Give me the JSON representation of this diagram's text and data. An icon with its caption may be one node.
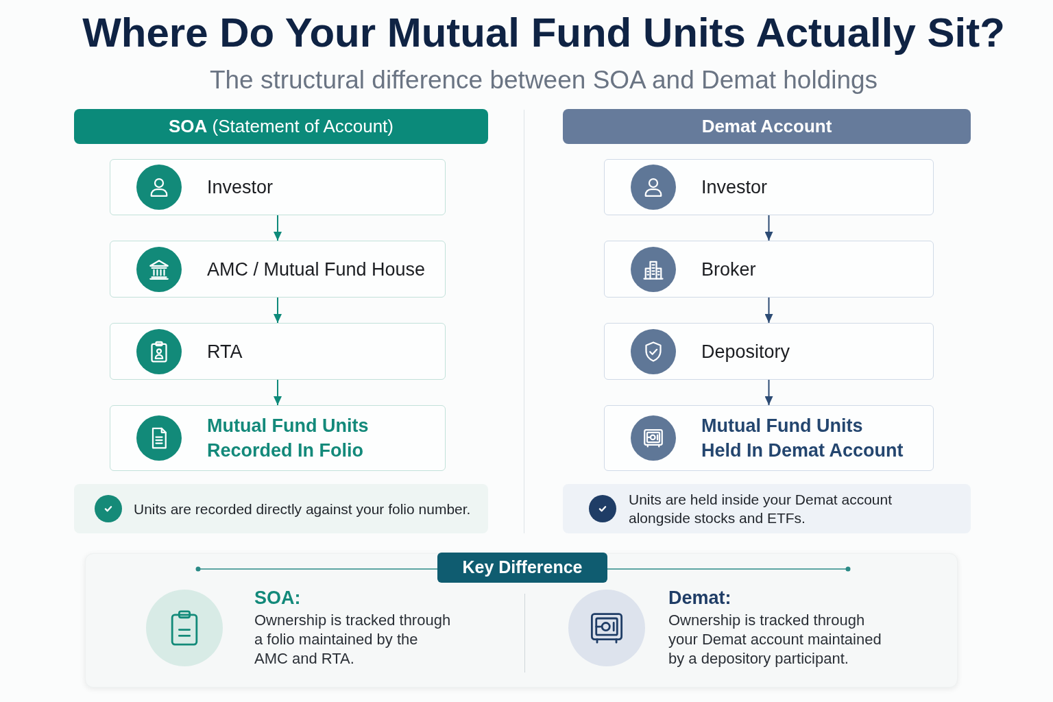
{
  "diagram": {
    "title": "Where Do Your Mutual Fund Units Actually Sit?",
    "nodes": [
      {
        "text": [
          "**SOA** (Statement of Account)"
        ]
      },
      {
        "text": [
          "Investor"
        ]
      },
      {
        "text": [
          "AMC / Mutual Fund House"
        ]
      },
      {
        "text": [
          "RTA"
        ]
      },
      {
        "text": [
          "Mutual Fund Units Recorded In Folio"
        ]
      },
      {
        "text": [
          "Units are recorded directly against your folio number."
        ]
      },
      {
        "text": [
          "Demat Account"
        ]
      },
      {
        "text": [
          "Investor"
        ]
      },
      {
        "text": [
          "Broker"
        ]
      },
      {
        "text": [
          "Depository"
        ]
      },
      {
        "text": [
          "Mutual Fund Units Held In Demat Account"
        ]
      },
      {
        "text": [
          "Units are held inside your Demat account alongside stocks and ETFs."
        ]
      },
      {
        "text": [
          "Key Difference",
          "SOA:",
          "Ownership is tracked through a folio maintained by the AMC and RTA.",
          "Demat:",
          "Ownership is tracked through your Demat account maintained by a depository participant."
        ]
      }
    ],
    "edges": [
      {
        "from": 1,
        "to": 2,
        "arrow": "to",
        "color": "#0e8a7a"
      },
      {
        "from": 2,
        "to": 3,
        "arrow": "to",
        "color": "#0e8a7a"
      },
      {
        "from": 3,
        "to": 4,
        "arrow": "to",
        "color": "#0e8a7a"
      },
      {
        "from": 7,
        "to": 8,
        "arrow": "to",
        "color": "#2c4b74"
      },
      {
        "from": 8,
        "to": 9,
        "arrow": "to",
        "color": "#2c4b74"
      },
      {
        "from": 9,
        "to": 10,
        "arrow": "to",
        "color": "#2c4b74"
      }
    ],
    "labels": [
      "The structural difference between SOA and Demat holdings"
    ]
  }
}
